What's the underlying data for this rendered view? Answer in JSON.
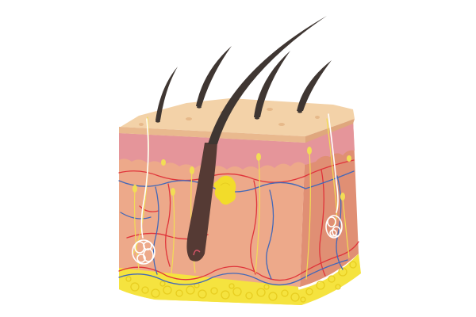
{
  "figure": {
    "subject": "skin-cross-section",
    "background": "#ffffff"
  },
  "palette": {
    "epidermis_top": "#f3d2a8",
    "epidermis_side": "#e9b98e",
    "dermis_band": "#e5959a",
    "dermis_body": "#eda98a",
    "dermis_right": "#e08f74",
    "hypodermis_fat": "#f5e33f",
    "fat_cells": "#e7cd20",
    "hair": "#3f3632",
    "hair_follicle": "#553a34",
    "artery": "#e0343a",
    "vein": "#4268b8",
    "nerve": "#f2dd55",
    "gland_coil": "#ffffff",
    "sebaceous_gland": "#f2dc2a",
    "surface_pores": "#e6b98a"
  },
  "structures": [
    {
      "id": "hair-strand",
      "count": 5
    },
    {
      "id": "hair-follicle",
      "count": 1
    },
    {
      "id": "sebaceous-gland",
      "count": 1
    },
    {
      "id": "sweat-gland-coil",
      "count": 2
    },
    {
      "id": "sensory-nerve-ending",
      "count": 8
    },
    {
      "id": "artery-network",
      "count": 1
    },
    {
      "id": "vein-network",
      "count": 1
    },
    {
      "id": "fat-lobules",
      "count": 1
    }
  ]
}
